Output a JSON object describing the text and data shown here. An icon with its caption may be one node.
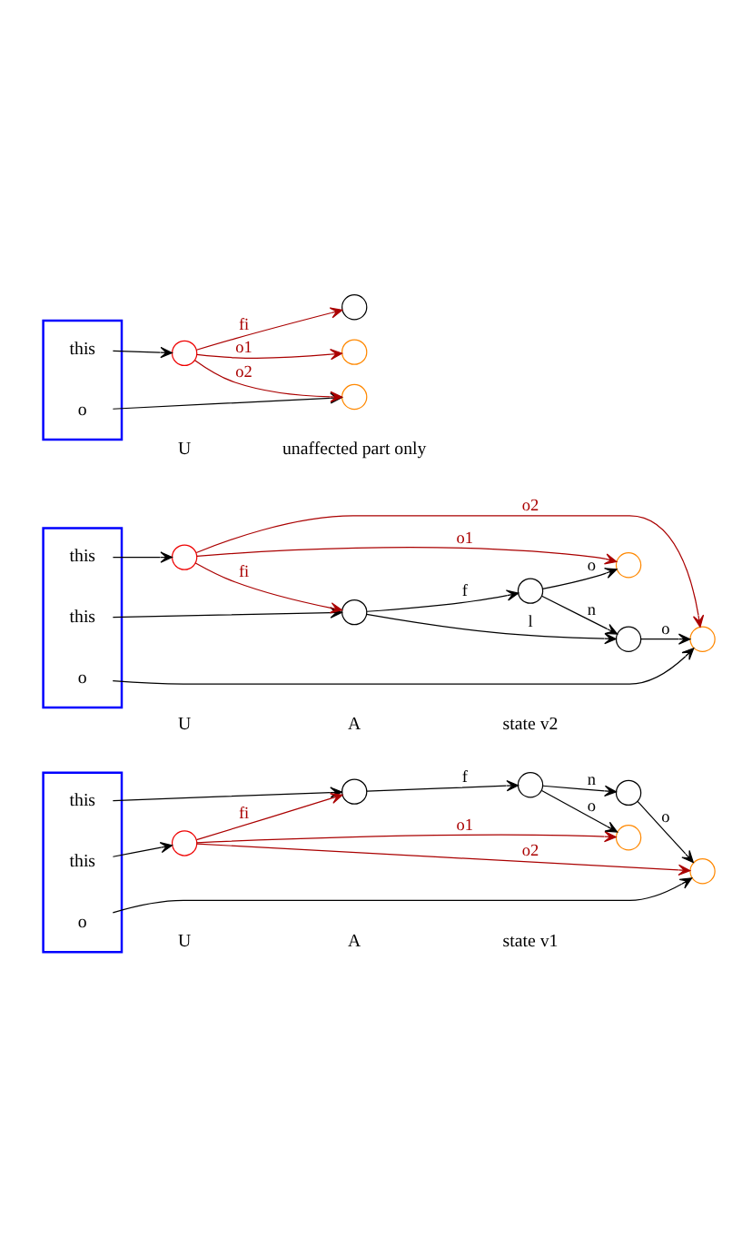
{
  "diagram": {
    "nodes": [
      {
        "text": [],
        "shape": "box"
      },
      {
        "text": [
          "this"
        ],
        "in": 0
      },
      {
        "text": [
          "o"
        ],
        "in": 0
      },
      {
        "text": [
          "this"
        ],
        "in": 0
      },
      {
        "text": [],
        "shape": "circle"
      },
      {
        "text": [],
        "shape": "circle"
      },
      {
        "text": [],
        "shape": "circle"
      },
      {
        "text": [],
        "shape": "circle"
      },
      {
        "text": [],
        "shape": "circle"
      },
      {
        "text": [],
        "shape": "circle"
      },
      {
        "text": [],
        "shape": "box"
      },
      {
        "text": [
          "this"
        ],
        "in": 10
      },
      {
        "text": [
          "o"
        ],
        "in": 10
      },
      {
        "text": [
          "this"
        ],
        "in": 10
      },
      {
        "text": [],
        "shape": "circle"
      },
      {
        "text": [],
        "shape": "circle"
      },
      {
        "text": [],
        "shape": "circle"
      },
      {
        "text": [],
        "shape": "circle"
      },
      {
        "text": [],
        "shape": "circle"
      },
      {
        "text": [],
        "shape": "circle"
      },
      {
        "text": [],
        "shape": "box"
      },
      {
        "text": [
          "o"
        ],
        "in": 20
      },
      {
        "text": [
          "this"
        ],
        "in": 20
      },
      {
        "text": [],
        "shape": "circle"
      },
      {
        "text": [],
        "shape": "circle"
      },
      {
        "text": [],
        "shape": "circle"
      },
      {
        "text": [],
        "shape": "circle"
      }
    ],
    "edges": [
      {
        "from": 1,
        "to": 5,
        "arrow": "to"
      },
      {
        "from": 3,
        "to": 4,
        "arrow": "to"
      },
      {
        "from": 2,
        "to": 6,
        "arrow": "to"
      },
      {
        "from": 4,
        "to": 5,
        "arrow": "to",
        "label": "fi",
        "color": "#aa0000"
      },
      {
        "from": 4,
        "to": 6,
        "arrow": "to",
        "label": "o2",
        "color": "#aa0000"
      },
      {
        "from": 4,
        "to": 8,
        "arrow": "to",
        "label": "o1",
        "color": "#aa0000"
      },
      {
        "from": 5,
        "to": 9,
        "arrow": "to",
        "label": "f"
      },
      {
        "from": 9,
        "to": 7,
        "arrow": "to",
        "label": "n"
      },
      {
        "from": 7,
        "to": 6,
        "arrow": "to",
        "label": "o"
      },
      {
        "from": 9,
        "to": 8,
        "arrow": "to",
        "label": "o"
      },
      {
        "from": 11,
        "to": 15,
        "arrow": "to"
      },
      {
        "from": 13,
        "to": 14,
        "arrow": "to"
      },
      {
        "from": 12,
        "to": 16,
        "arrow": "to"
      },
      {
        "from": 14,
        "to": 15,
        "arrow": "to",
        "label": "fi",
        "color": "#aa0000"
      },
      {
        "from": 14,
        "to": 16,
        "arrow": "to",
        "label": "o2",
        "color": "#aa0000"
      },
      {
        "from": 14,
        "to": 18,
        "arrow": "to",
        "label": "o1",
        "color": "#aa0000"
      },
      {
        "from": 15,
        "to": 17,
        "arrow": "to",
        "label": "l"
      },
      {
        "from": 15,
        "to": 19,
        "arrow": "to",
        "label": "f"
      },
      {
        "from": 19,
        "to": 17,
        "arrow": "to",
        "label": "n"
      },
      {
        "from": 17,
        "to": 16,
        "arrow": "to",
        "label": "o"
      },
      {
        "from": 19,
        "to": 18,
        "arrow": "to",
        "label": "o"
      },
      {
        "from": 22,
        "to": 23,
        "arrow": "to"
      },
      {
        "from": 21,
        "to": 25,
        "arrow": "to"
      },
      {
        "from": 23,
        "to": 24,
        "arrow": "to",
        "label": "fi",
        "color": "#aa0000"
      },
      {
        "from": 23,
        "to": 25,
        "arrow": "to",
        "label": "o2",
        "color": "#aa0000"
      },
      {
        "from": 23,
        "to": 26,
        "arrow": "to",
        "label": "o1",
        "color": "#aa0000"
      }
    ],
    "labels": [
      "U",
      "A",
      "state v1",
      "U",
      "A",
      "state v2",
      "U",
      "unaffected part only"
    ]
  }
}
